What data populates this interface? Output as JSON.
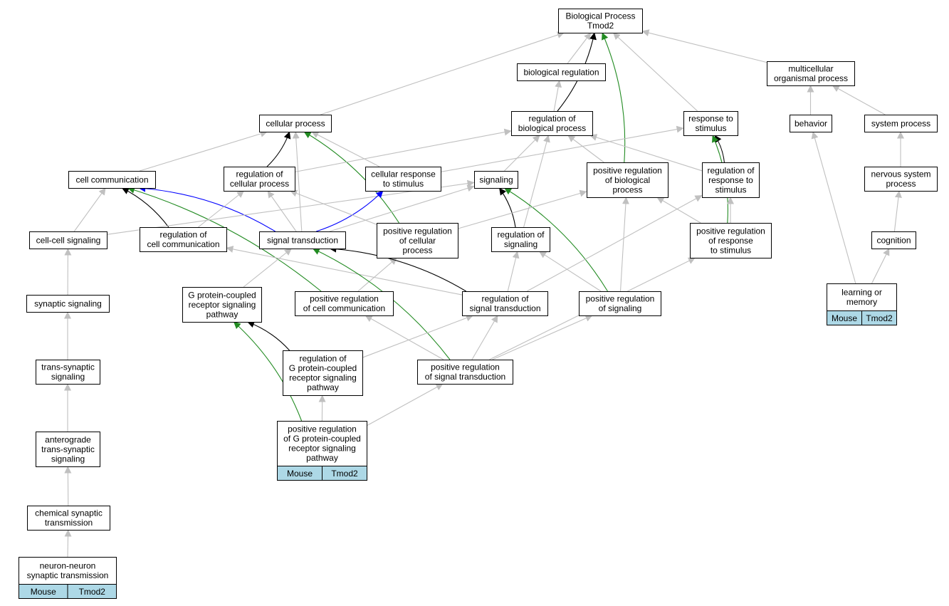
{
  "colors": {
    "is_a": "#c0c0c0",
    "part_of": "#000000",
    "regulates": "#000000",
    "positively_regulates": "#228b22",
    "negatively_regulates": "#ff0000",
    "occurs_in": "#0000ff",
    "annotated_cell": "#add8e6"
  },
  "nodes": [
    {
      "id": "bp",
      "lines": [
        "Biological Process",
        "Tmod2"
      ]
    },
    {
      "id": "breg",
      "lines": [
        "biological regulation"
      ]
    },
    {
      "id": "mop",
      "lines": [
        "multicellular",
        "organismal process"
      ]
    },
    {
      "id": "cp",
      "lines": [
        "cellular process"
      ]
    },
    {
      "id": "rbp",
      "lines": [
        "regulation of",
        "biological process"
      ]
    },
    {
      "id": "rts",
      "lines": [
        "response to",
        "stimulus"
      ]
    },
    {
      "id": "beh",
      "lines": [
        "behavior"
      ]
    },
    {
      "id": "sysp",
      "lines": [
        "system process"
      ]
    },
    {
      "id": "cc",
      "lines": [
        "cell communication"
      ]
    },
    {
      "id": "rcp",
      "lines": [
        "regulation of",
        "cellular process"
      ]
    },
    {
      "id": "crs",
      "lines": [
        "cellular response",
        "to stimulus"
      ]
    },
    {
      "id": "sig",
      "lines": [
        "signaling"
      ]
    },
    {
      "id": "prbp",
      "lines": [
        "positive regulation",
        "of biological",
        "process"
      ]
    },
    {
      "id": "rrts",
      "lines": [
        "regulation of",
        "response to",
        "stimulus"
      ]
    },
    {
      "id": "nsp",
      "lines": [
        "nervous system",
        "process"
      ]
    },
    {
      "id": "ccs",
      "lines": [
        "cell-cell signaling"
      ]
    },
    {
      "id": "rcc",
      "lines": [
        "regulation of",
        "cell communication"
      ]
    },
    {
      "id": "st",
      "lines": [
        "signal transduction"
      ]
    },
    {
      "id": "prcp",
      "lines": [
        "positive regulation",
        "of cellular",
        "process"
      ]
    },
    {
      "id": "rsig",
      "lines": [
        "regulation of",
        "signaling"
      ]
    },
    {
      "id": "prrts",
      "lines": [
        "positive regulation",
        "of response",
        "to stimulus"
      ]
    },
    {
      "id": "cog",
      "lines": [
        "cognition"
      ]
    },
    {
      "id": "ss",
      "lines": [
        "synaptic signaling"
      ]
    },
    {
      "id": "gpcr",
      "lines": [
        "G protein-coupled",
        "receptor signaling",
        "pathway"
      ]
    },
    {
      "id": "prcc",
      "lines": [
        "positive regulation",
        "of cell communication"
      ]
    },
    {
      "id": "rst",
      "lines": [
        "regulation of",
        "signal transduction"
      ]
    },
    {
      "id": "prsig",
      "lines": [
        "positive regulation",
        "of signaling"
      ]
    },
    {
      "id": "lm",
      "lines": [
        "learning or",
        "memory"
      ],
      "cells": [
        "Mouse",
        "Tmod2"
      ]
    },
    {
      "id": "tss",
      "lines": [
        "trans-synaptic",
        "signaling"
      ]
    },
    {
      "id": "rgpcr",
      "lines": [
        "regulation of",
        "G protein-coupled",
        "receptor signaling",
        "pathway"
      ]
    },
    {
      "id": "prst",
      "lines": [
        "positive regulation",
        "of signal transduction"
      ]
    },
    {
      "id": "atss",
      "lines": [
        "anterograde",
        "trans-synaptic",
        "signaling"
      ]
    },
    {
      "id": "prgpcr",
      "lines": [
        "positive regulation",
        "of G protein-coupled",
        "receptor signaling",
        "pathway"
      ],
      "cells": [
        "Mouse",
        "Tmod2"
      ]
    },
    {
      "id": "cst",
      "lines": [
        "chemical synaptic",
        "transmission"
      ]
    },
    {
      "id": "nnst",
      "lines": [
        "neuron-neuron",
        "synaptic transmission"
      ],
      "cells": [
        "Mouse",
        "Tmod2"
      ]
    }
  ],
  "edges": [
    {
      "from": "breg",
      "to": "bp",
      "type": "is_a"
    },
    {
      "from": "cp",
      "to": "bp",
      "type": "is_a"
    },
    {
      "from": "mop",
      "to": "bp",
      "type": "is_a"
    },
    {
      "from": "rts",
      "to": "bp",
      "type": "is_a"
    },
    {
      "from": "rbp",
      "to": "bp",
      "type": "regulates"
    },
    {
      "from": "prbp",
      "to": "bp",
      "type": "positively_regulates"
    },
    {
      "from": "rbp",
      "to": "breg",
      "type": "is_a"
    },
    {
      "from": "beh",
      "to": "mop",
      "type": "is_a"
    },
    {
      "from": "sysp",
      "to": "mop",
      "type": "is_a"
    },
    {
      "from": "cc",
      "to": "cp",
      "type": "is_a"
    },
    {
      "from": "rcp",
      "to": "cp",
      "type": "regulates"
    },
    {
      "from": "crs",
      "to": "cp",
      "type": "is_a"
    },
    {
      "from": "st",
      "to": "cp",
      "type": "is_a"
    },
    {
      "from": "prcp",
      "to": "cp",
      "type": "positively_regulates"
    },
    {
      "from": "rcp",
      "to": "rbp",
      "type": "is_a"
    },
    {
      "from": "sig",
      "to": "rbp",
      "type": "is_a"
    },
    {
      "from": "prbp",
      "to": "rbp",
      "type": "is_a"
    },
    {
      "from": "rsig",
      "to": "rbp",
      "type": "is_a"
    },
    {
      "from": "rrts",
      "to": "rbp",
      "type": "is_a"
    },
    {
      "from": "crs",
      "to": "rts",
      "type": "is_a"
    },
    {
      "from": "rrts",
      "to": "rts",
      "type": "regulates"
    },
    {
      "from": "prrts",
      "to": "rts",
      "type": "positively_regulates"
    },
    {
      "from": "nsp",
      "to": "sysp",
      "type": "is_a"
    },
    {
      "from": "cog",
      "to": "nsp",
      "type": "is_a"
    },
    {
      "from": "lm",
      "to": "cog",
      "type": "is_a"
    },
    {
      "from": "lm",
      "to": "beh",
      "type": "is_a"
    },
    {
      "from": "ccs",
      "to": "cc",
      "type": "is_a"
    },
    {
      "from": "rcc",
      "to": "cc",
      "type": "regulates"
    },
    {
      "from": "st",
      "to": "cc",
      "type": "occurs_in"
    },
    {
      "from": "prcc",
      "to": "cc",
      "type": "positively_regulates"
    },
    {
      "from": "ccs",
      "to": "sig",
      "type": "is_a"
    },
    {
      "from": "st",
      "to": "sig",
      "type": "is_a"
    },
    {
      "from": "st",
      "to": "crs",
      "type": "occurs_in"
    },
    {
      "from": "rsig",
      "to": "sig",
      "type": "regulates"
    },
    {
      "from": "prsig",
      "to": "sig",
      "type": "positively_regulates"
    },
    {
      "from": "rcc",
      "to": "rcp",
      "type": "is_a"
    },
    {
      "from": "st",
      "to": "rcp",
      "type": "is_a"
    },
    {
      "from": "prcp",
      "to": "rcp",
      "type": "is_a"
    },
    {
      "from": "prcp",
      "to": "prbp",
      "type": "is_a"
    },
    {
      "from": "prsig",
      "to": "prbp",
      "type": "is_a"
    },
    {
      "from": "prrts",
      "to": "prbp",
      "type": "is_a"
    },
    {
      "from": "rst",
      "to": "rrts",
      "type": "is_a"
    },
    {
      "from": "prrts",
      "to": "rrts",
      "type": "is_a"
    },
    {
      "from": "rst",
      "to": "rcc",
      "type": "is_a"
    },
    {
      "from": "prcc",
      "to": "prcp",
      "type": "is_a"
    },
    {
      "from": "rst",
      "to": "rsig",
      "type": "is_a"
    },
    {
      "from": "prsig",
      "to": "rsig",
      "type": "is_a"
    },
    {
      "from": "gpcr",
      "to": "st",
      "type": "is_a"
    },
    {
      "from": "rst",
      "to": "st",
      "type": "regulates"
    },
    {
      "from": "prst",
      "to": "st",
      "type": "positively_regulates"
    },
    {
      "from": "rgpcr",
      "to": "rst",
      "type": "is_a"
    },
    {
      "from": "prst",
      "to": "rst",
      "type": "is_a"
    },
    {
      "from": "prst",
      "to": "prcc",
      "type": "is_a"
    },
    {
      "from": "prst",
      "to": "prsig",
      "type": "is_a"
    },
    {
      "from": "prst",
      "to": "prrts",
      "type": "is_a"
    },
    {
      "from": "rgpcr",
      "to": "gpcr",
      "type": "regulates"
    },
    {
      "from": "prgpcr",
      "to": "gpcr",
      "type": "positively_regulates"
    },
    {
      "from": "prgpcr",
      "to": "rgpcr",
      "type": "is_a"
    },
    {
      "from": "prgpcr",
      "to": "prst",
      "type": "is_a"
    },
    {
      "from": "ss",
      "to": "ccs",
      "type": "is_a"
    },
    {
      "from": "tss",
      "to": "ss",
      "type": "is_a"
    },
    {
      "from": "atss",
      "to": "tss",
      "type": "is_a"
    },
    {
      "from": "cst",
      "to": "atss",
      "type": "is_a"
    },
    {
      "from": "nnst",
      "to": "cst",
      "type": "is_a"
    }
  ]
}
